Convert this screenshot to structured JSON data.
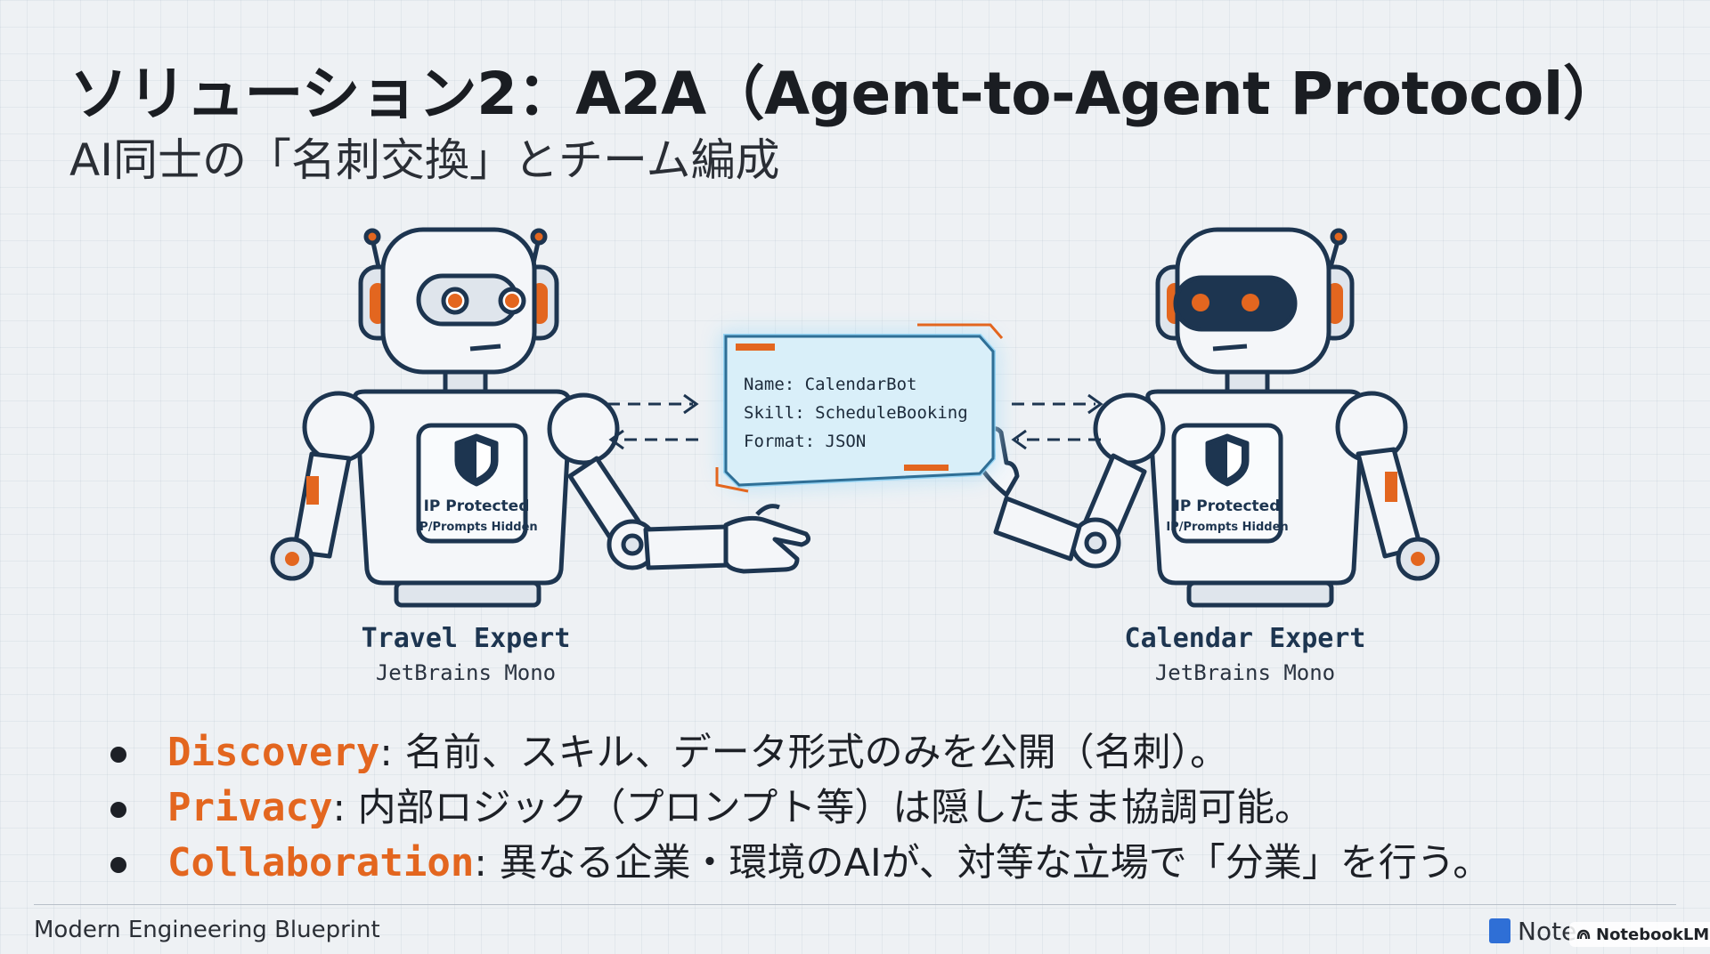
{
  "slide": {
    "title": "ソリューション2：A2A（Agent-to-Agent Protocol）",
    "subtitle": "AI同士の「名刺交換」とチーム編成"
  },
  "robots": {
    "left": {
      "name": "Travel Expert",
      "font_label": "JetBrains Mono",
      "chest_line1": "IP Protected",
      "chest_line2": "IP/Prompts Hidden"
    },
    "right": {
      "name": "Calendar Expert",
      "font_label": "JetBrains Mono",
      "chest_line1": "IP Protected",
      "chest_line2": "IP/Prompts Hidden"
    }
  },
  "card": {
    "line1": "Name: CalendarBot",
    "line2": "Skill: ScheduleBooking",
    "line3": "Format: JSON"
  },
  "bullets": [
    {
      "term": "Discovery",
      "text": ": 名前、スキル、データ形式のみを公開（名刺）。"
    },
    {
      "term": "Privacy",
      "text": ": 内部ロジック（プロンプト等）は隠したまま協調可能。"
    },
    {
      "term": "Collaboration",
      "text": ": 異なる企業・環境のAIが、対等な立場で「分業」を行う。"
    }
  ],
  "footer": {
    "left": "Modern Engineering Blueprint",
    "right_partial": "Note",
    "badge": "NotebookLM"
  },
  "colors": {
    "accent": "#e3661f",
    "line": "#1d3550",
    "card_glow": "#8fd3f5"
  }
}
